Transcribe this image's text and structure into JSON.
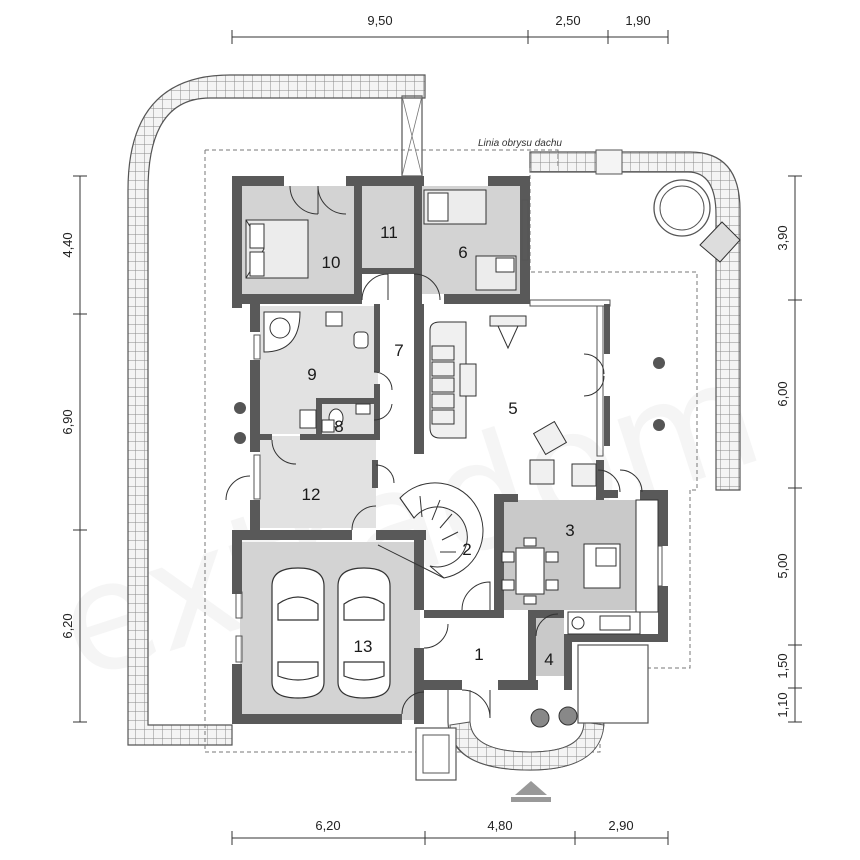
{
  "plan": {
    "roof_line_label": "Linia obrysu dachu",
    "watermark": "extradom"
  },
  "dimensions": {
    "top": [
      "9,50",
      "2,50",
      "1,90"
    ],
    "bottom": [
      "6,20",
      "4,80",
      "2,90"
    ],
    "left": [
      "4,40",
      "6,90",
      "6,20"
    ],
    "right": [
      "3,90",
      "6,00",
      "5,00",
      "1,50",
      "1,10"
    ]
  },
  "rooms": [
    {
      "id": "1",
      "label": "1"
    },
    {
      "id": "2",
      "label": "2"
    },
    {
      "id": "3",
      "label": "3"
    },
    {
      "id": "4",
      "label": "4"
    },
    {
      "id": "5",
      "label": "5"
    },
    {
      "id": "6",
      "label": "6"
    },
    {
      "id": "7",
      "label": "7"
    },
    {
      "id": "8",
      "label": "8"
    },
    {
      "id": "9",
      "label": "9"
    },
    {
      "id": "10",
      "label": "10"
    },
    {
      "id": "11",
      "label": "11"
    },
    {
      "id": "12",
      "label": "12"
    },
    {
      "id": "13",
      "label": "13"
    }
  ]
}
